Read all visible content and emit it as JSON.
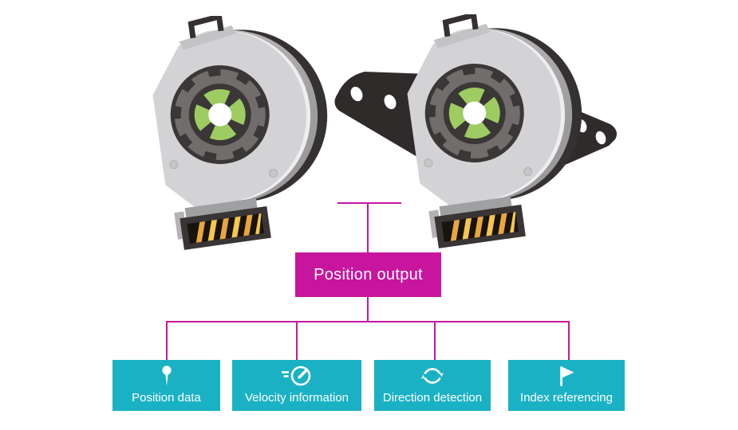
{
  "palette": {
    "background": "#ffffff",
    "magenta": "#c8159d",
    "teal": "#1bb1c5",
    "label_text": "#ffffff",
    "encoder_dark": "#353130",
    "encoder_body_gray": "#d3d3d5",
    "encoder_rotor_green": "#9ecb62",
    "encoder_pin_gold": "#eda93c"
  },
  "diagram": {
    "root": {
      "label": "Position output"
    },
    "children": [
      {
        "label": "Position data",
        "icon": "pin-icon"
      },
      {
        "label": "Velocity information",
        "icon": "speedometer-icon"
      },
      {
        "label": "Direction detection",
        "icon": "rotation-icon"
      },
      {
        "label": "Index referencing",
        "icon": "flag-icon"
      }
    ]
  },
  "illustrations": [
    {
      "name": "rotary-encoder-plain",
      "description": "Rotary encoder with green rotor and gold connector"
    },
    {
      "name": "rotary-encoder-flanged",
      "description": "Rotary encoder with dark mounting flanges"
    }
  ]
}
